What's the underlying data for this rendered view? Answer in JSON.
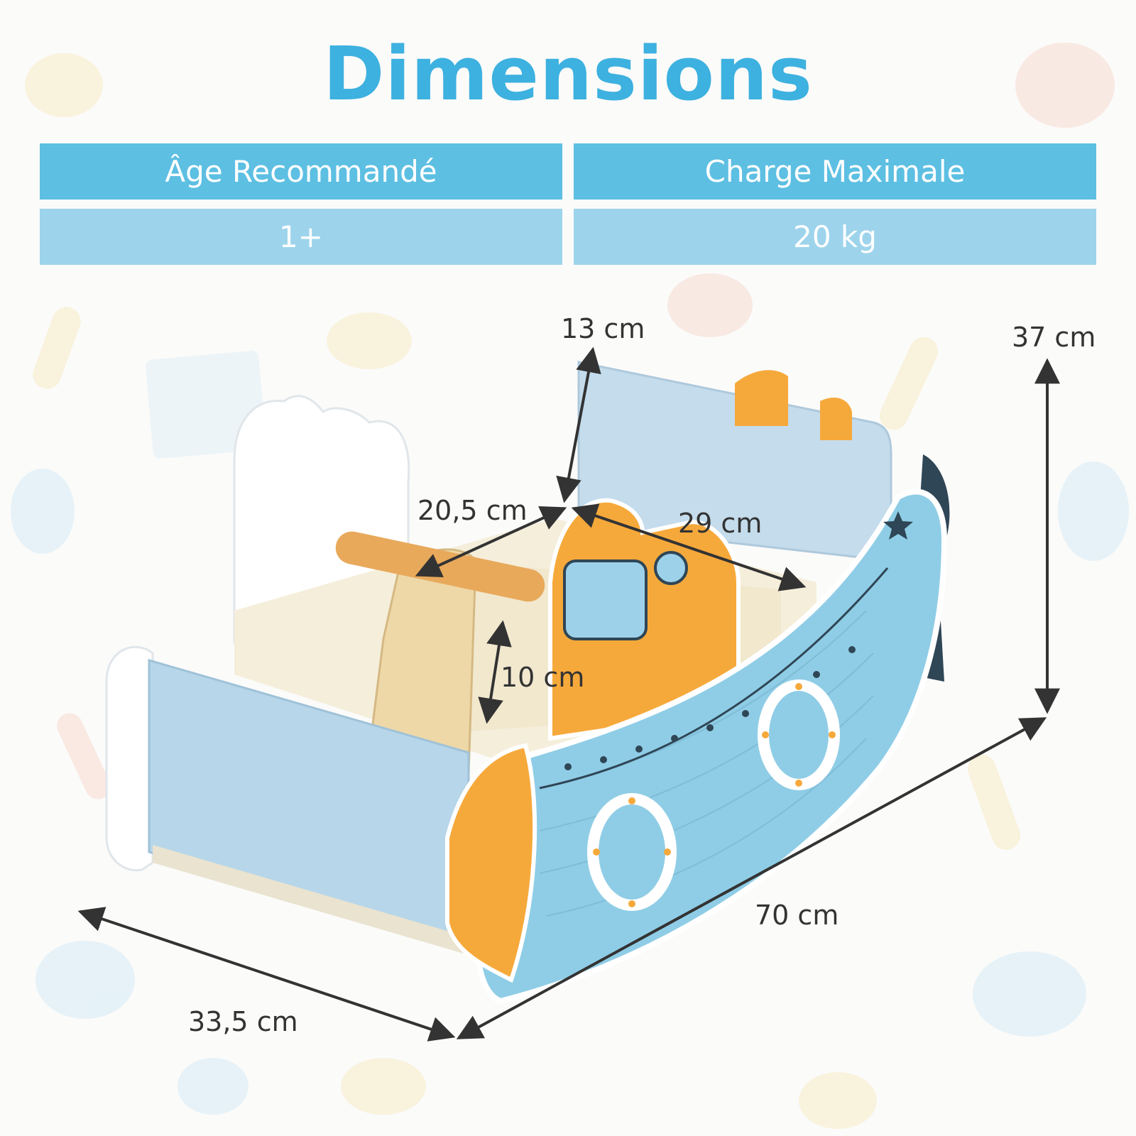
{
  "title": "Dimensions",
  "specs": {
    "age_label": "Âge Recommandé",
    "load_label": "Charge Maximale",
    "age_value": "1+",
    "load_value": "20 kg"
  },
  "dimensions": {
    "backrest_height": "13 cm",
    "total_height": "37 cm",
    "seat_depth": "20,5 cm",
    "seat_width": "29 cm",
    "handle_height": "10 cm",
    "length": "70 cm",
    "width": "33,5 cm"
  },
  "colors": {
    "title": "#3db1df",
    "header_cell": "#5dbfe2",
    "value_cell": "#9dd4ec",
    "hull_blue": "#8fcde6",
    "accent_orange": "#f6a93b"
  }
}
